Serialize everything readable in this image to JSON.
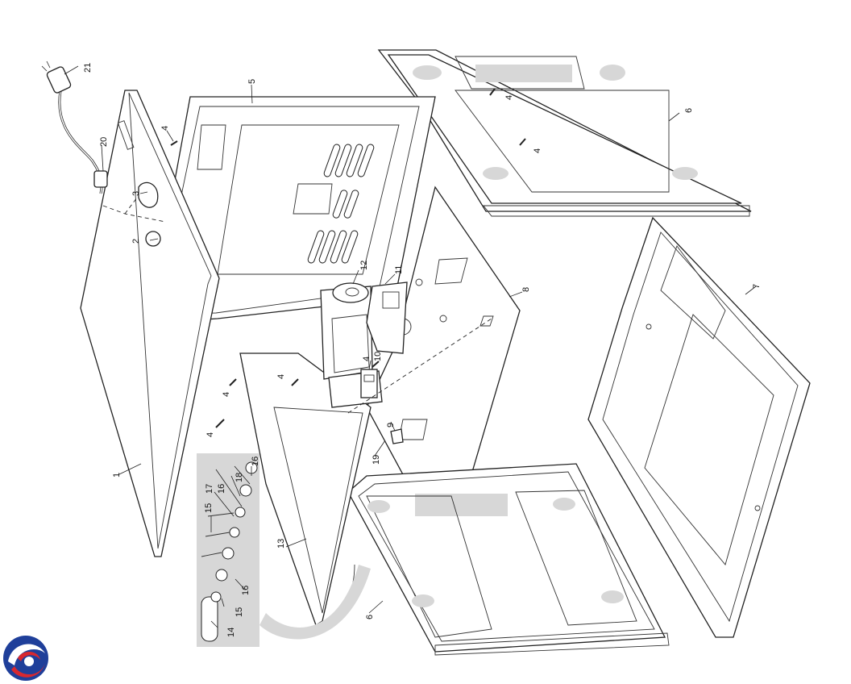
{
  "diagram": {
    "callouts": [
      {
        "id": "1",
        "text": "1"
      },
      {
        "id": "2",
        "text": "2"
      },
      {
        "id": "3",
        "text": "3"
      },
      {
        "id": "4a",
        "text": "4"
      },
      {
        "id": "4b",
        "text": "4"
      },
      {
        "id": "4c",
        "text": "4"
      },
      {
        "id": "4d",
        "text": "4"
      },
      {
        "id": "4e",
        "text": "4"
      },
      {
        "id": "4f",
        "text": "4"
      },
      {
        "id": "4g",
        "text": "4"
      },
      {
        "id": "5",
        "text": "5"
      },
      {
        "id": "6a",
        "text": "6"
      },
      {
        "id": "6b",
        "text": "6"
      },
      {
        "id": "7",
        "text": "7"
      },
      {
        "id": "8",
        "text": "8"
      },
      {
        "id": "9",
        "text": "9"
      },
      {
        "id": "10",
        "text": "10"
      },
      {
        "id": "11",
        "text": "11"
      },
      {
        "id": "12",
        "text": "12"
      },
      {
        "id": "13",
        "text": "13"
      },
      {
        "id": "14",
        "text": "14"
      },
      {
        "id": "15a",
        "text": "15"
      },
      {
        "id": "15b",
        "text": "15"
      },
      {
        "id": "16a",
        "text": "16"
      },
      {
        "id": "16b",
        "text": "16"
      },
      {
        "id": "16c",
        "text": "16"
      },
      {
        "id": "17",
        "text": "17"
      },
      {
        "id": "18",
        "text": "18"
      },
      {
        "id": "19",
        "text": "19"
      },
      {
        "id": "20",
        "text": "20"
      },
      {
        "id": "21",
        "text": "21"
      }
    ]
  },
  "logo": {
    "name": "brand-logo",
    "colors": [
      "#1f3f9a",
      "#d8282f"
    ]
  }
}
